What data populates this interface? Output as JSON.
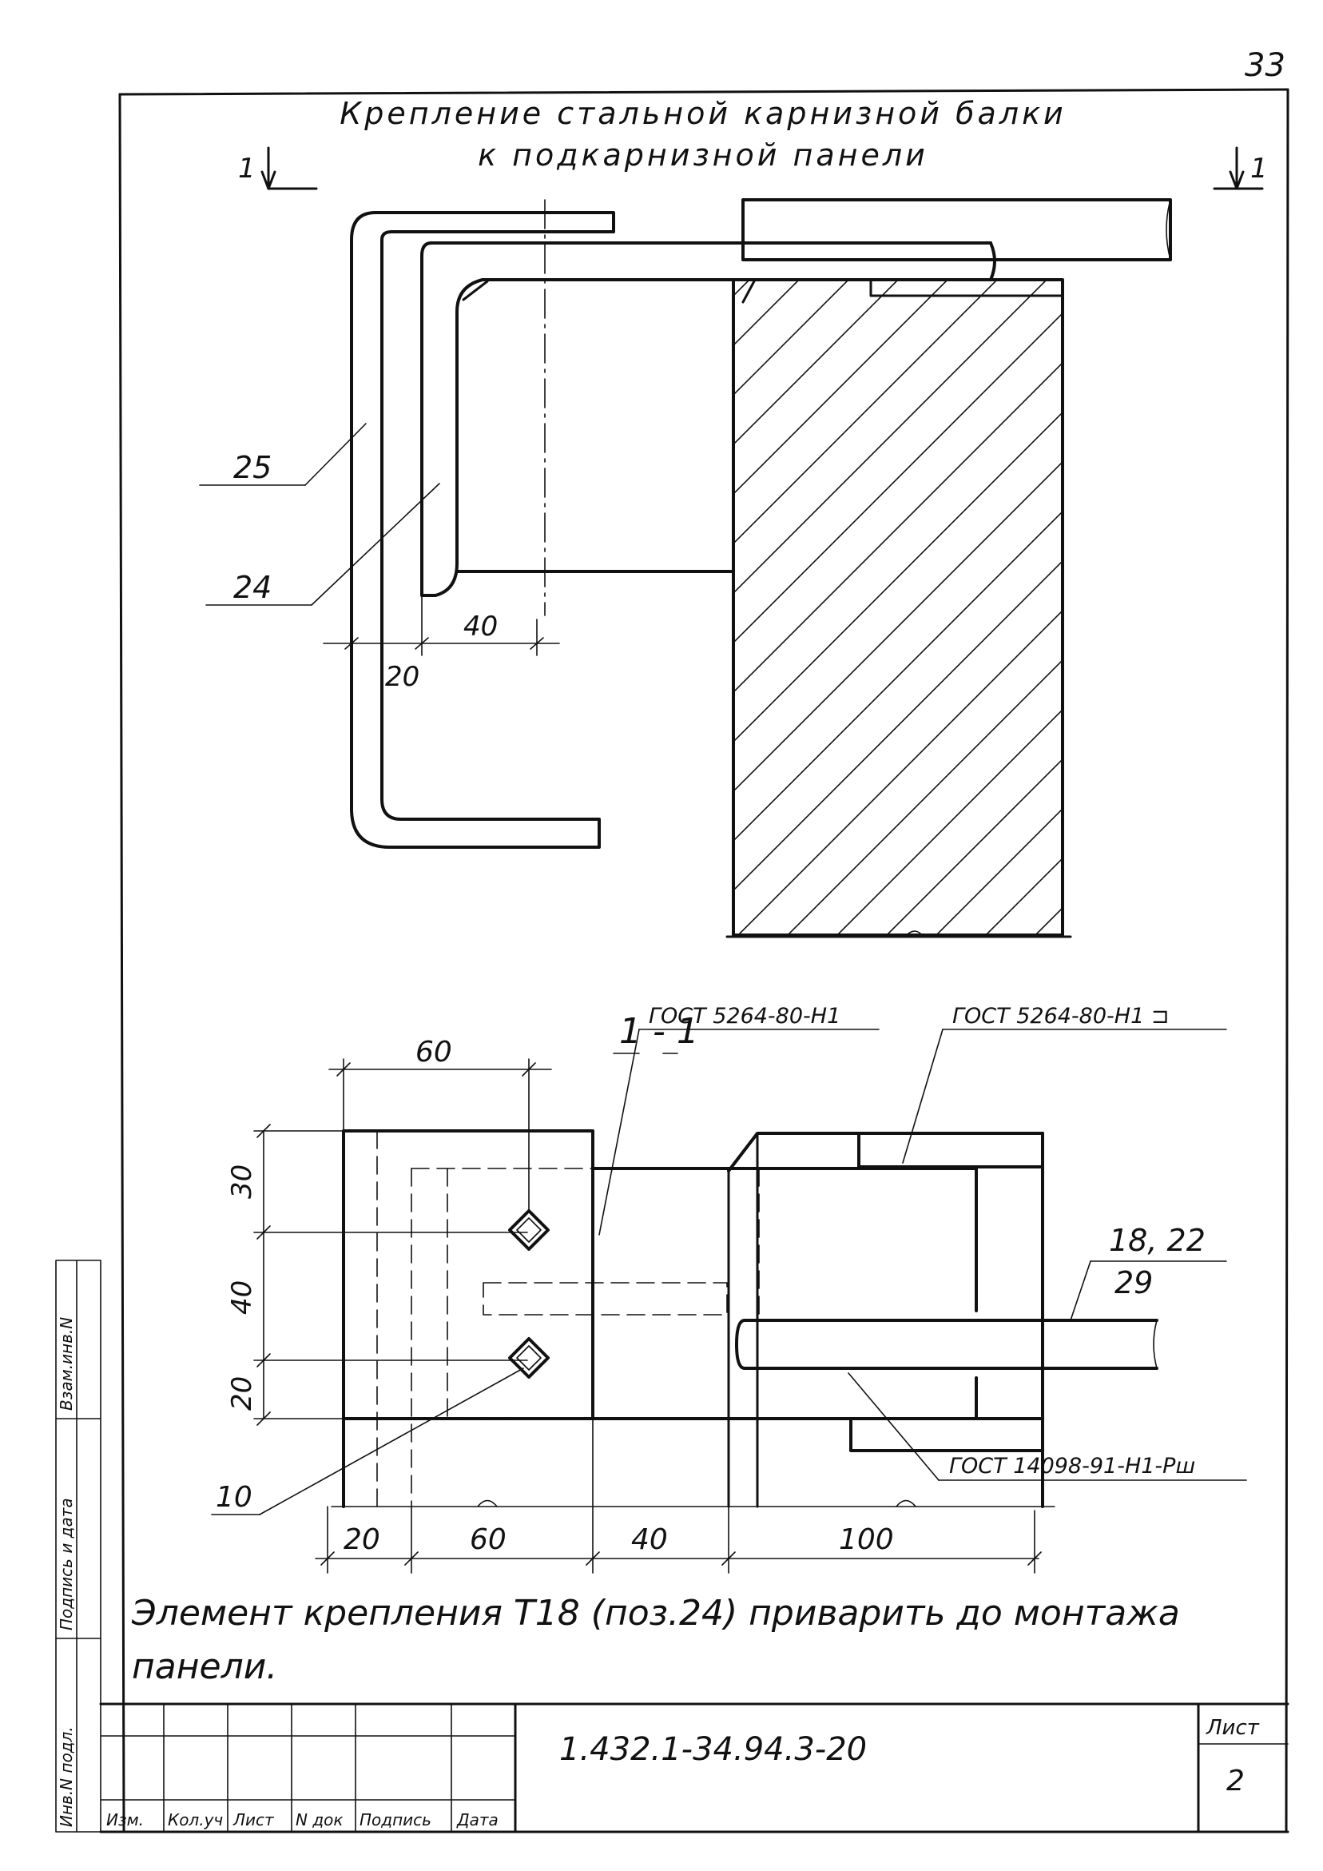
{
  "page_number": "33",
  "title_line_1": "Крепление стальной карнизной балки",
  "title_line_2": "к подкарнизной панели",
  "section_mark": "1",
  "callouts": {
    "pos_25": "25",
    "pos_24": "24",
    "pos_10": "10",
    "pos_18_22": "18, 22",
    "pos_29": "29"
  },
  "top_dimensions": {
    "d40": "40",
    "d20": "20"
  },
  "section_title": "1 - 1",
  "weld_labels": {
    "weld_left": "ГОСТ 5264-80-Н1",
    "weld_right": "ГОСТ 5264-80-Н1 ⊐",
    "weld_bottom": "ГОСТ 14098-91-Н1-Рш"
  },
  "section_dimensions": {
    "top_60": "60",
    "vert_30": "30",
    "vert_40": "40",
    "vert_20": "20",
    "bottom_20": "20",
    "bottom_60": "60",
    "bottom_40": "40",
    "bottom_100": "100"
  },
  "note_line_1": "Элемент крепления Т18 (поз.24) приварить до монтажа",
  "note_line_2": "панели.",
  "stamp": {
    "designation": "1.432.1-34.94.3-20",
    "sheet_label": "Лист",
    "sheet_number": "2",
    "columns": [
      "Изм.",
      "Кол.уч",
      "Лист",
      "N док",
      "Подпись",
      "Дата"
    ]
  },
  "side_stamp": {
    "inv_number_original": "Инв.N подл.",
    "signature_date": "Подпись и дата",
    "replacement_inv": "Взам.инв.N"
  }
}
